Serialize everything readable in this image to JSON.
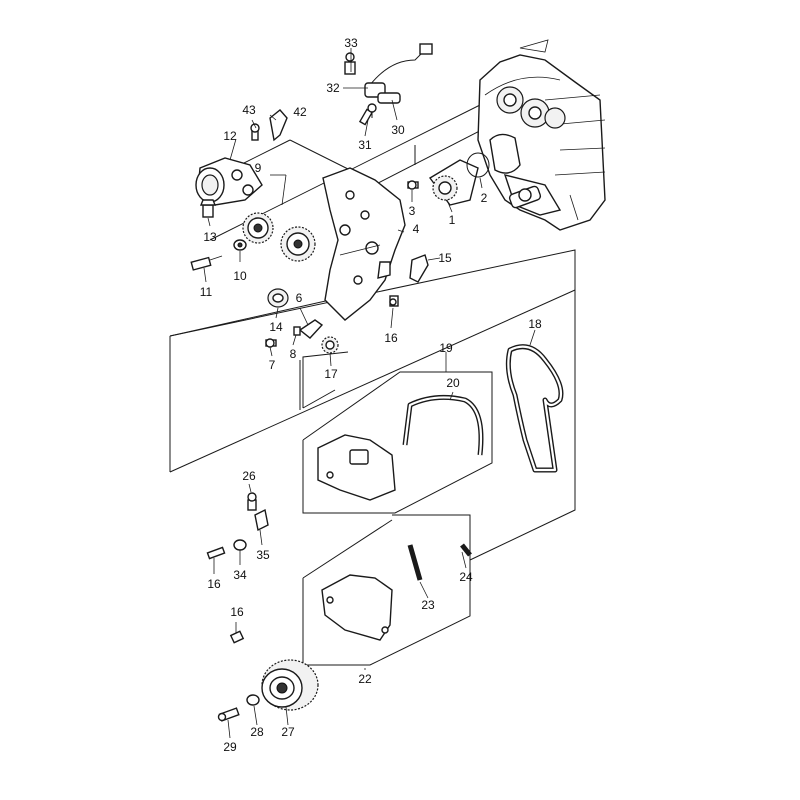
{
  "part_callouts": [
    {
      "id": "33",
      "label": "33"
    },
    {
      "id": "32",
      "label": "32"
    },
    {
      "id": "30",
      "label": "30"
    },
    {
      "id": "31",
      "label": "31"
    },
    {
      "id": "43",
      "label": "43"
    },
    {
      "id": "42",
      "label": "42"
    },
    {
      "id": "12",
      "label": "12"
    },
    {
      "id": "9",
      "label": "9"
    },
    {
      "id": "13",
      "label": "13"
    },
    {
      "id": "10",
      "label": "10"
    },
    {
      "id": "11",
      "label": "11"
    },
    {
      "id": "3",
      "label": "3"
    },
    {
      "id": "1",
      "label": "1"
    },
    {
      "id": "2",
      "label": "2"
    },
    {
      "id": "4",
      "label": "4"
    },
    {
      "id": "15",
      "label": "15"
    },
    {
      "id": "6",
      "label": "6"
    },
    {
      "id": "14",
      "label": "14"
    },
    {
      "id": "16a",
      "label": "16"
    },
    {
      "id": "7",
      "label": "7"
    },
    {
      "id": "8",
      "label": "8"
    },
    {
      "id": "17",
      "label": "17"
    },
    {
      "id": "18",
      "label": "18"
    },
    {
      "id": "19",
      "label": "19"
    },
    {
      "id": "20",
      "label": "20"
    },
    {
      "id": "26",
      "label": "26"
    },
    {
      "id": "35",
      "label": "35"
    },
    {
      "id": "16b",
      "label": "16"
    },
    {
      "id": "34",
      "label": "34"
    },
    {
      "id": "24",
      "label": "24"
    },
    {
      "id": "23",
      "label": "23"
    },
    {
      "id": "16c",
      "label": "16"
    },
    {
      "id": "22",
      "label": "22"
    },
    {
      "id": "29",
      "label": "29"
    },
    {
      "id": "28",
      "label": "28"
    },
    {
      "id": "27",
      "label": "27"
    }
  ]
}
